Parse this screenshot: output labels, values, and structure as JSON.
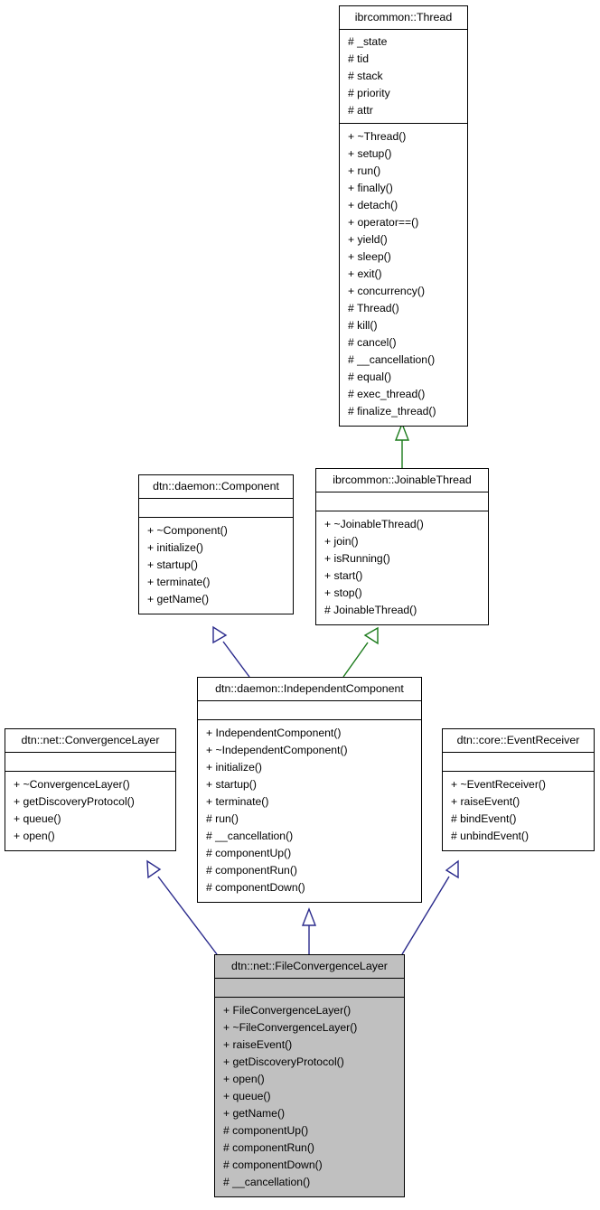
{
  "diagram": {
    "kind": "uml-class-diagram",
    "title": "dtn::net::FileConvergenceLayer inheritance diagram",
    "colors": {
      "background": "#ffffff",
      "box_fill": "#ffffff",
      "highlight_fill": "#c0c0c0",
      "border": "#000000",
      "edge_navy": "#2a2a8c",
      "edge_green": "#1a7a1a"
    },
    "classes": [
      {
        "id": "thread",
        "name": "ibrcommon::Thread",
        "highlighted": false,
        "attributes": [
          "# _state",
          "# tid",
          "# stack",
          "# priority",
          "# attr"
        ],
        "operations": [
          "+ ~Thread()",
          "+ setup()",
          "+ run()",
          "+ finally()",
          "+ detach()",
          "+ operator==()",
          "+ yield()",
          "+ sleep()",
          "+ exit()",
          "+ concurrency()",
          "# Thread()",
          "# kill()",
          "# cancel()",
          "# __cancellation()",
          "# equal()",
          "# exec_thread()",
          "# finalize_thread()"
        ]
      },
      {
        "id": "component",
        "name": "dtn::daemon::Component",
        "highlighted": false,
        "attributes": [],
        "operations": [
          "+ ~Component()",
          "+ initialize()",
          "+ startup()",
          "+ terminate()",
          "+ getName()"
        ]
      },
      {
        "id": "joinablethread",
        "name": "ibrcommon::JoinableThread",
        "highlighted": false,
        "attributes": [],
        "operations": [
          "+ ~JoinableThread()",
          "+ join()",
          "+ isRunning()",
          "+ start()",
          "+ stop()",
          "# JoinableThread()"
        ]
      },
      {
        "id": "independentcomponent",
        "name": "dtn::daemon::IndependentComponent",
        "highlighted": false,
        "attributes": [],
        "operations": [
          "+ IndependentComponent()",
          "+ ~IndependentComponent()",
          "+ initialize()",
          "+ startup()",
          "+ terminate()",
          "# run()",
          "# __cancellation()",
          "# componentUp()",
          "# componentRun()",
          "# componentDown()"
        ]
      },
      {
        "id": "convergencelayer",
        "name": "dtn::net::ConvergenceLayer",
        "highlighted": false,
        "attributes": [],
        "operations": [
          "+ ~ConvergenceLayer()",
          "+ getDiscoveryProtocol()",
          "+ queue()",
          "+ open()"
        ]
      },
      {
        "id": "eventreceiver",
        "name": "dtn::core::EventReceiver",
        "highlighted": false,
        "attributes": [],
        "operations": [
          "+ ~EventReceiver()",
          "+ raiseEvent()",
          "# bindEvent()",
          "# unbindEvent()"
        ]
      },
      {
        "id": "fileconvergencelayer",
        "name": "dtn::net::FileConvergenceLayer",
        "highlighted": true,
        "attributes": [],
        "operations": [
          "+ FileConvergenceLayer()",
          "+ ~FileConvergenceLayer()",
          "+ raiseEvent()",
          "+ getDiscoveryProtocol()",
          "+ open()",
          "+ queue()",
          "+ getName()",
          "# componentUp()",
          "# componentRun()",
          "# componentDown()",
          "# __cancellation()"
        ]
      }
    ],
    "edges": [
      {
        "from": "joinablethread",
        "to": "thread",
        "type": "inheritance",
        "color": "green"
      },
      {
        "from": "independentcomponent",
        "to": "component",
        "type": "inheritance",
        "color": "navy"
      },
      {
        "from": "independentcomponent",
        "to": "joinablethread",
        "type": "inheritance",
        "color": "green"
      },
      {
        "from": "fileconvergencelayer",
        "to": "convergencelayer",
        "type": "inheritance",
        "color": "navy"
      },
      {
        "from": "fileconvergencelayer",
        "to": "independentcomponent",
        "type": "inheritance",
        "color": "navy"
      },
      {
        "from": "fileconvergencelayer",
        "to": "eventreceiver",
        "type": "inheritance",
        "color": "navy"
      }
    ]
  }
}
